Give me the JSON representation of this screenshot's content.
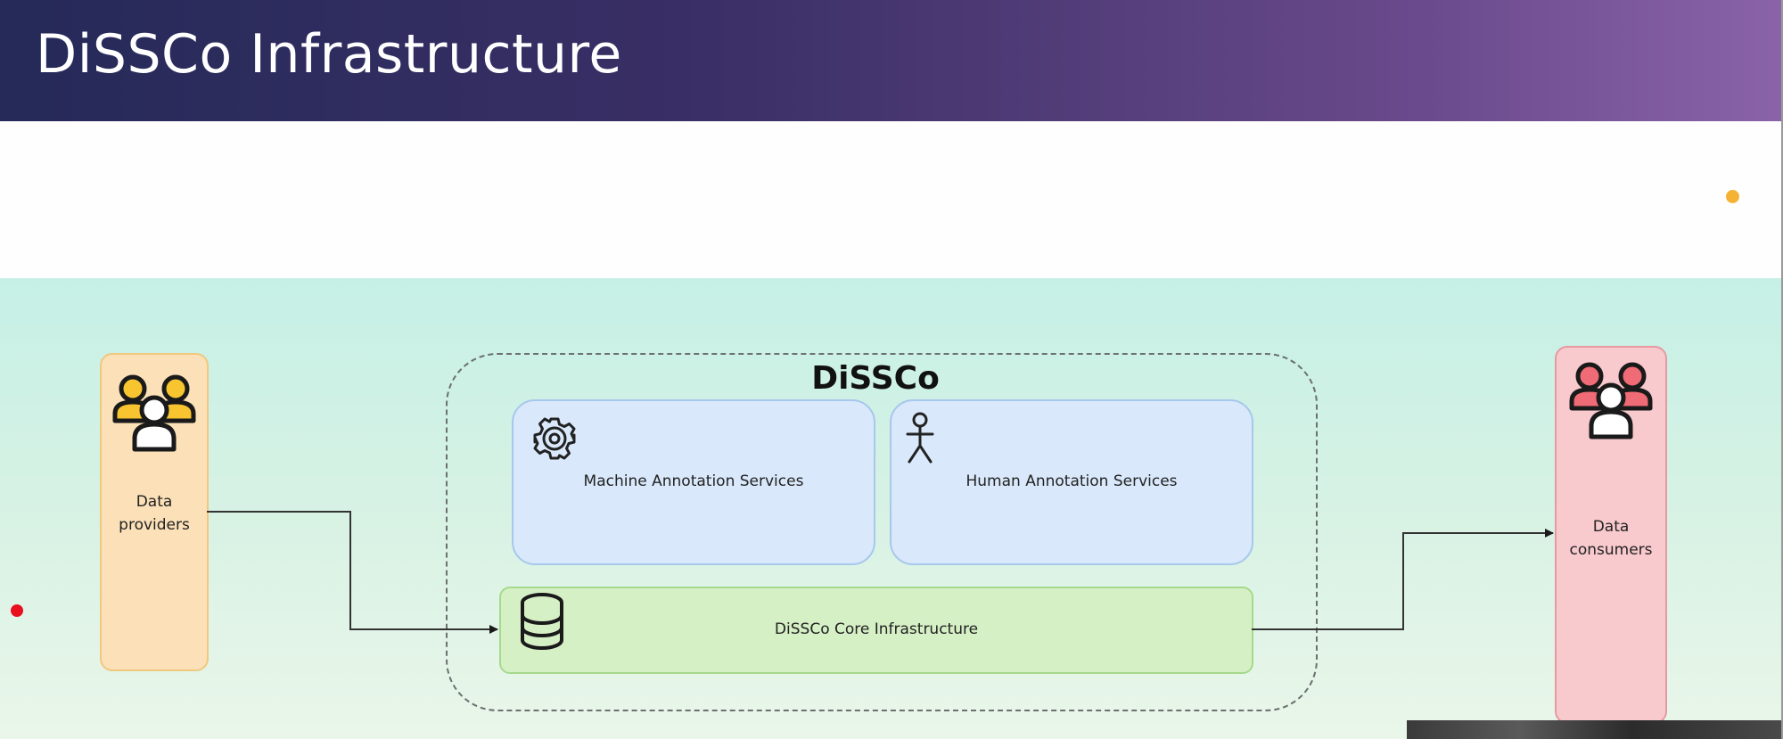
{
  "slide": {
    "title": "DiSSCo Infrastructure"
  },
  "diagram": {
    "group_title": "DiSSCo",
    "providers": {
      "label_line1": "Data",
      "label_line2": "providers",
      "icon": "users-group-icon",
      "color": "#fbe0b8"
    },
    "consumers": {
      "label_line1": "Data",
      "label_line2": "consumers",
      "icon": "users-group-icon",
      "color": "#f8c9cd"
    },
    "machine_annotation": {
      "label": "Machine Annotation Services",
      "icon": "gear-icon"
    },
    "human_annotation": {
      "label": "Human Annotation Services",
      "icon": "person-icon"
    },
    "core": {
      "label": "DiSSCo Core Infrastructure",
      "icon": "database-icon"
    }
  },
  "colors": {
    "header_start": "#252a58",
    "header_end": "#8a63a8",
    "diagram_background": "#c6f0e6",
    "service_box": "#d9e9fb",
    "core_box": "#d6f0c6"
  }
}
